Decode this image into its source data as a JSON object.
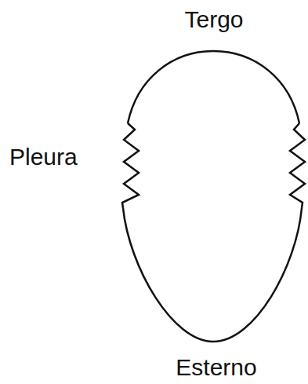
{
  "diagram": {
    "labels": [
      "Tergo",
      "Pleura",
      "Esterno"
    ]
  }
}
